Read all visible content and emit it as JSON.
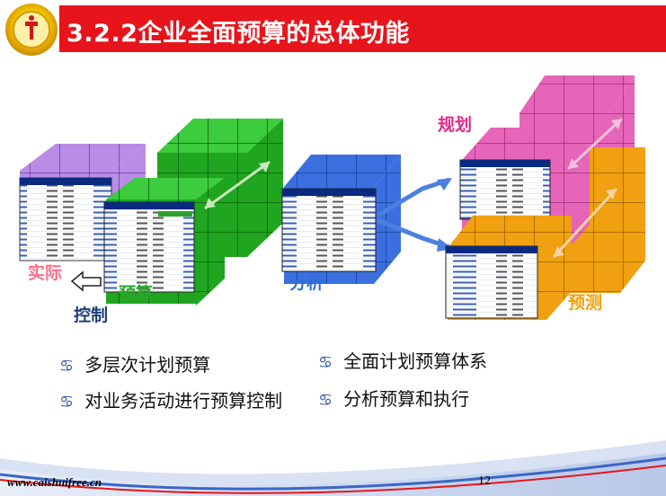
{
  "slide": {
    "title": "3.2.2企业全面预算的总体功能",
    "page_number": "12",
    "footer_url": "www.caishuifree.cn"
  },
  "diagram": {
    "labels": {
      "actual": "实际",
      "control": "控制",
      "budget": "预算",
      "analysis": "分析",
      "plan": "规划",
      "forecast": "预测"
    },
    "colors": {
      "title_bar": "#e8141b",
      "actual": "#ff6f8a",
      "control": "#1f3f7a",
      "budget": "#2aa82a",
      "analysis": "#2d6fd6",
      "plan": "#e02a8a",
      "forecast": "#f0a010"
    }
  },
  "bullets": {
    "left": [
      "多层次计划预算",
      "对业务活动进行预算控制"
    ],
    "right": [
      "全面计划预算体系",
      "分析预算和执行"
    ]
  }
}
